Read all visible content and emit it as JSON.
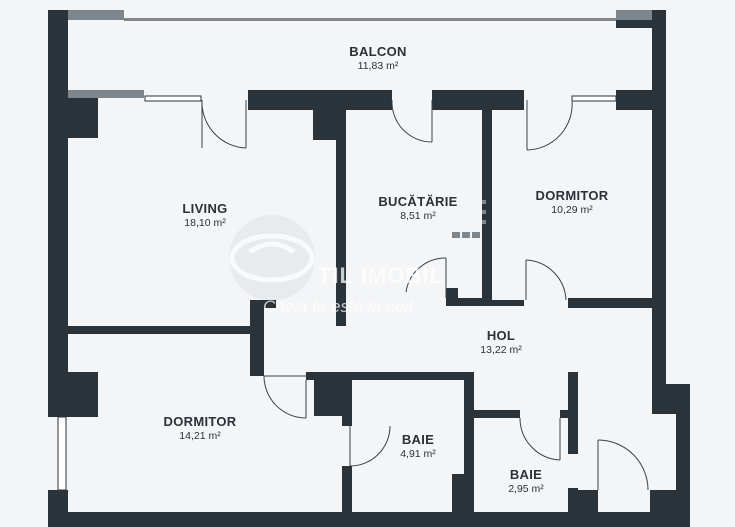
{
  "rooms": {
    "balcon": {
      "name": "BALCON",
      "area": "11,83 m²"
    },
    "living": {
      "name": "LIVING",
      "area": "18,10 m²"
    },
    "bucatarie": {
      "name": "BUCĂTĂRIE",
      "area": "8,51 m²"
    },
    "dormitor1": {
      "name": "DORMITOR",
      "area": "10,29 m²"
    },
    "hol": {
      "name": "HOL",
      "area": "13,22 m²"
    },
    "dormitor2": {
      "name": "DORMITOR",
      "area": "14,21 m²"
    },
    "baie1": {
      "name": "BAIE",
      "area": "4,91 m²"
    },
    "baie2": {
      "name": "BAIE",
      "area": "2,95 m²"
    }
  },
  "watermark": {
    "name": "TIL IMOBIL",
    "tagline": "Cheia ta este la noi!"
  },
  "colors": {
    "wall": "#2b333b",
    "wall_light": "#7d858d",
    "floor": "#f3f5f7",
    "door": "#3a4249"
  }
}
